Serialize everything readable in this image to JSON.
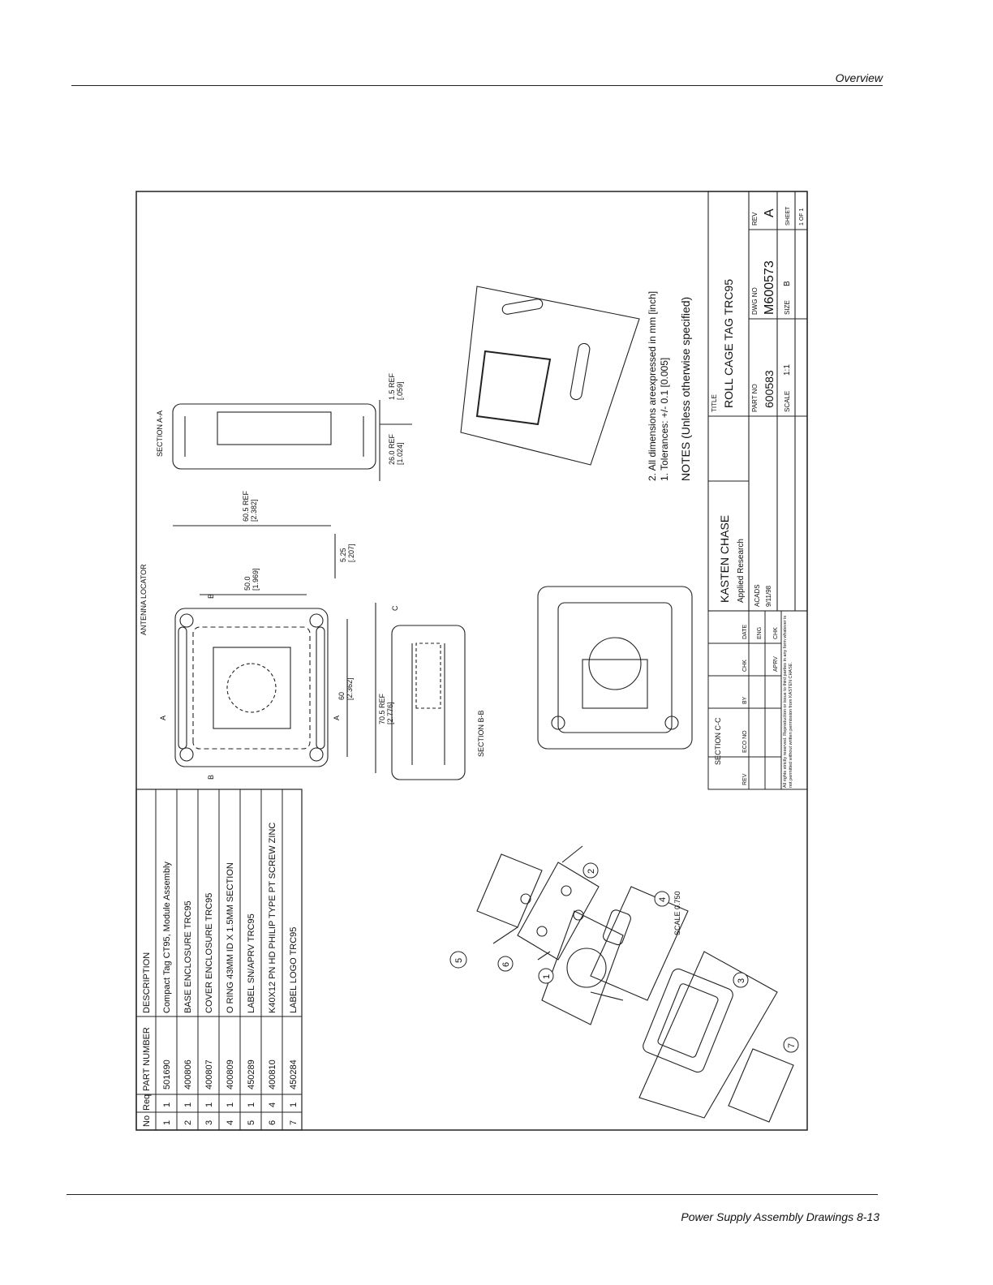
{
  "header": {
    "section": "Overview"
  },
  "footer": {
    "page_label": "Power Supply Assembly Drawings 8-13"
  },
  "bom": {
    "headers": {
      "no": "No",
      "req": "Req",
      "part": "PART NUMBER",
      "desc": "DESCRIPTION"
    },
    "rows": [
      {
        "no": "1",
        "req": "1",
        "part": "501690",
        "desc": "Compact Tag CT95, Module Assembly"
      },
      {
        "no": "2",
        "req": "1",
        "part": "400806",
        "desc": "BASE ENCLOSURE TRC95"
      },
      {
        "no": "3",
        "req": "1",
        "part": "400807",
        "desc": "COVER ENCLOSURE TRC95"
      },
      {
        "no": "4",
        "req": "1",
        "part": "400809",
        "desc": "O RING 43MM ID X 1.5MM SECTION"
      },
      {
        "no": "5",
        "req": "1",
        "part": "450289",
        "desc": "LABEL SN/APRV TRC95"
      },
      {
        "no": "6",
        "req": "4",
        "part": "400810",
        "desc": "K40X12 PN HD PHILIP TYPE PT SCREW ZINC"
      },
      {
        "no": "7",
        "req": "1",
        "part": "450284",
        "desc": "LABEL LOGO TRC95"
      }
    ]
  },
  "notes": {
    "heading": "NOTES (Unless otherwise specified)",
    "n1": "1. Tolerances: +/- 0.1 [0.005]",
    "n2": "2. All dimensions areexpressed in mm [inch]"
  },
  "title_block": {
    "company": "KASTEN CHASE",
    "division": "Applied Research",
    "title_label": "TITLE",
    "title": "ROLL CAGE TAG TRC95",
    "part_no_label": "PART NO",
    "part_no": "600583",
    "dwg_no_label": "DWG NO",
    "dwg_no": "M600573",
    "rev_label": "REV",
    "rev": "A",
    "scale_label": "SCALE",
    "scale": "1:1",
    "size_label": "SIZE",
    "size": "B",
    "sheet_label": "SHEET",
    "sheet": "1 OF 1",
    "acad_label": "ACADS",
    "date_value": "9/11/98",
    "rev_cols": [
      "REV",
      "ECO NO",
      "BY",
      "CHK",
      "DATE"
    ],
    "sig_rows": [
      "ENG",
      "CHK",
      "APRV"
    ],
    "copyright": "All rights strictly reserved. Reproduction or issue to third parties in any form whatever is not permitted without written permission from KASTEN CHASE."
  },
  "drawing_labels": {
    "section_aa": "SECTION A-A",
    "section_bb": "SECTION B-B",
    "section_cc": "SECTION C-C",
    "antenna": "ANTENNA LOCATOR",
    "scale_note": "SCALE 0.750",
    "dim_26": "26.0 REF",
    "dim_26_in": "[1.024]",
    "dim_15": "1.5 REF",
    "dim_15_in": "[.059]",
    "dim_605": "60.5 REF",
    "dim_605_in": "[2.382]",
    "dim_500": "50.0",
    "dim_500_in": "[1.969]",
    "dim_525": "5.25",
    "dim_525_in": "[.207]",
    "dim_705": "70.5 REF",
    "dim_705_in": "[2.776]",
    "dim_600": "60",
    "dim_600_in": "[2.362]",
    "mark_a": "A",
    "mark_b": "B",
    "mark_c": "C",
    "balloons": [
      "1",
      "2",
      "3",
      "4",
      "5",
      "6",
      "7"
    ]
  }
}
